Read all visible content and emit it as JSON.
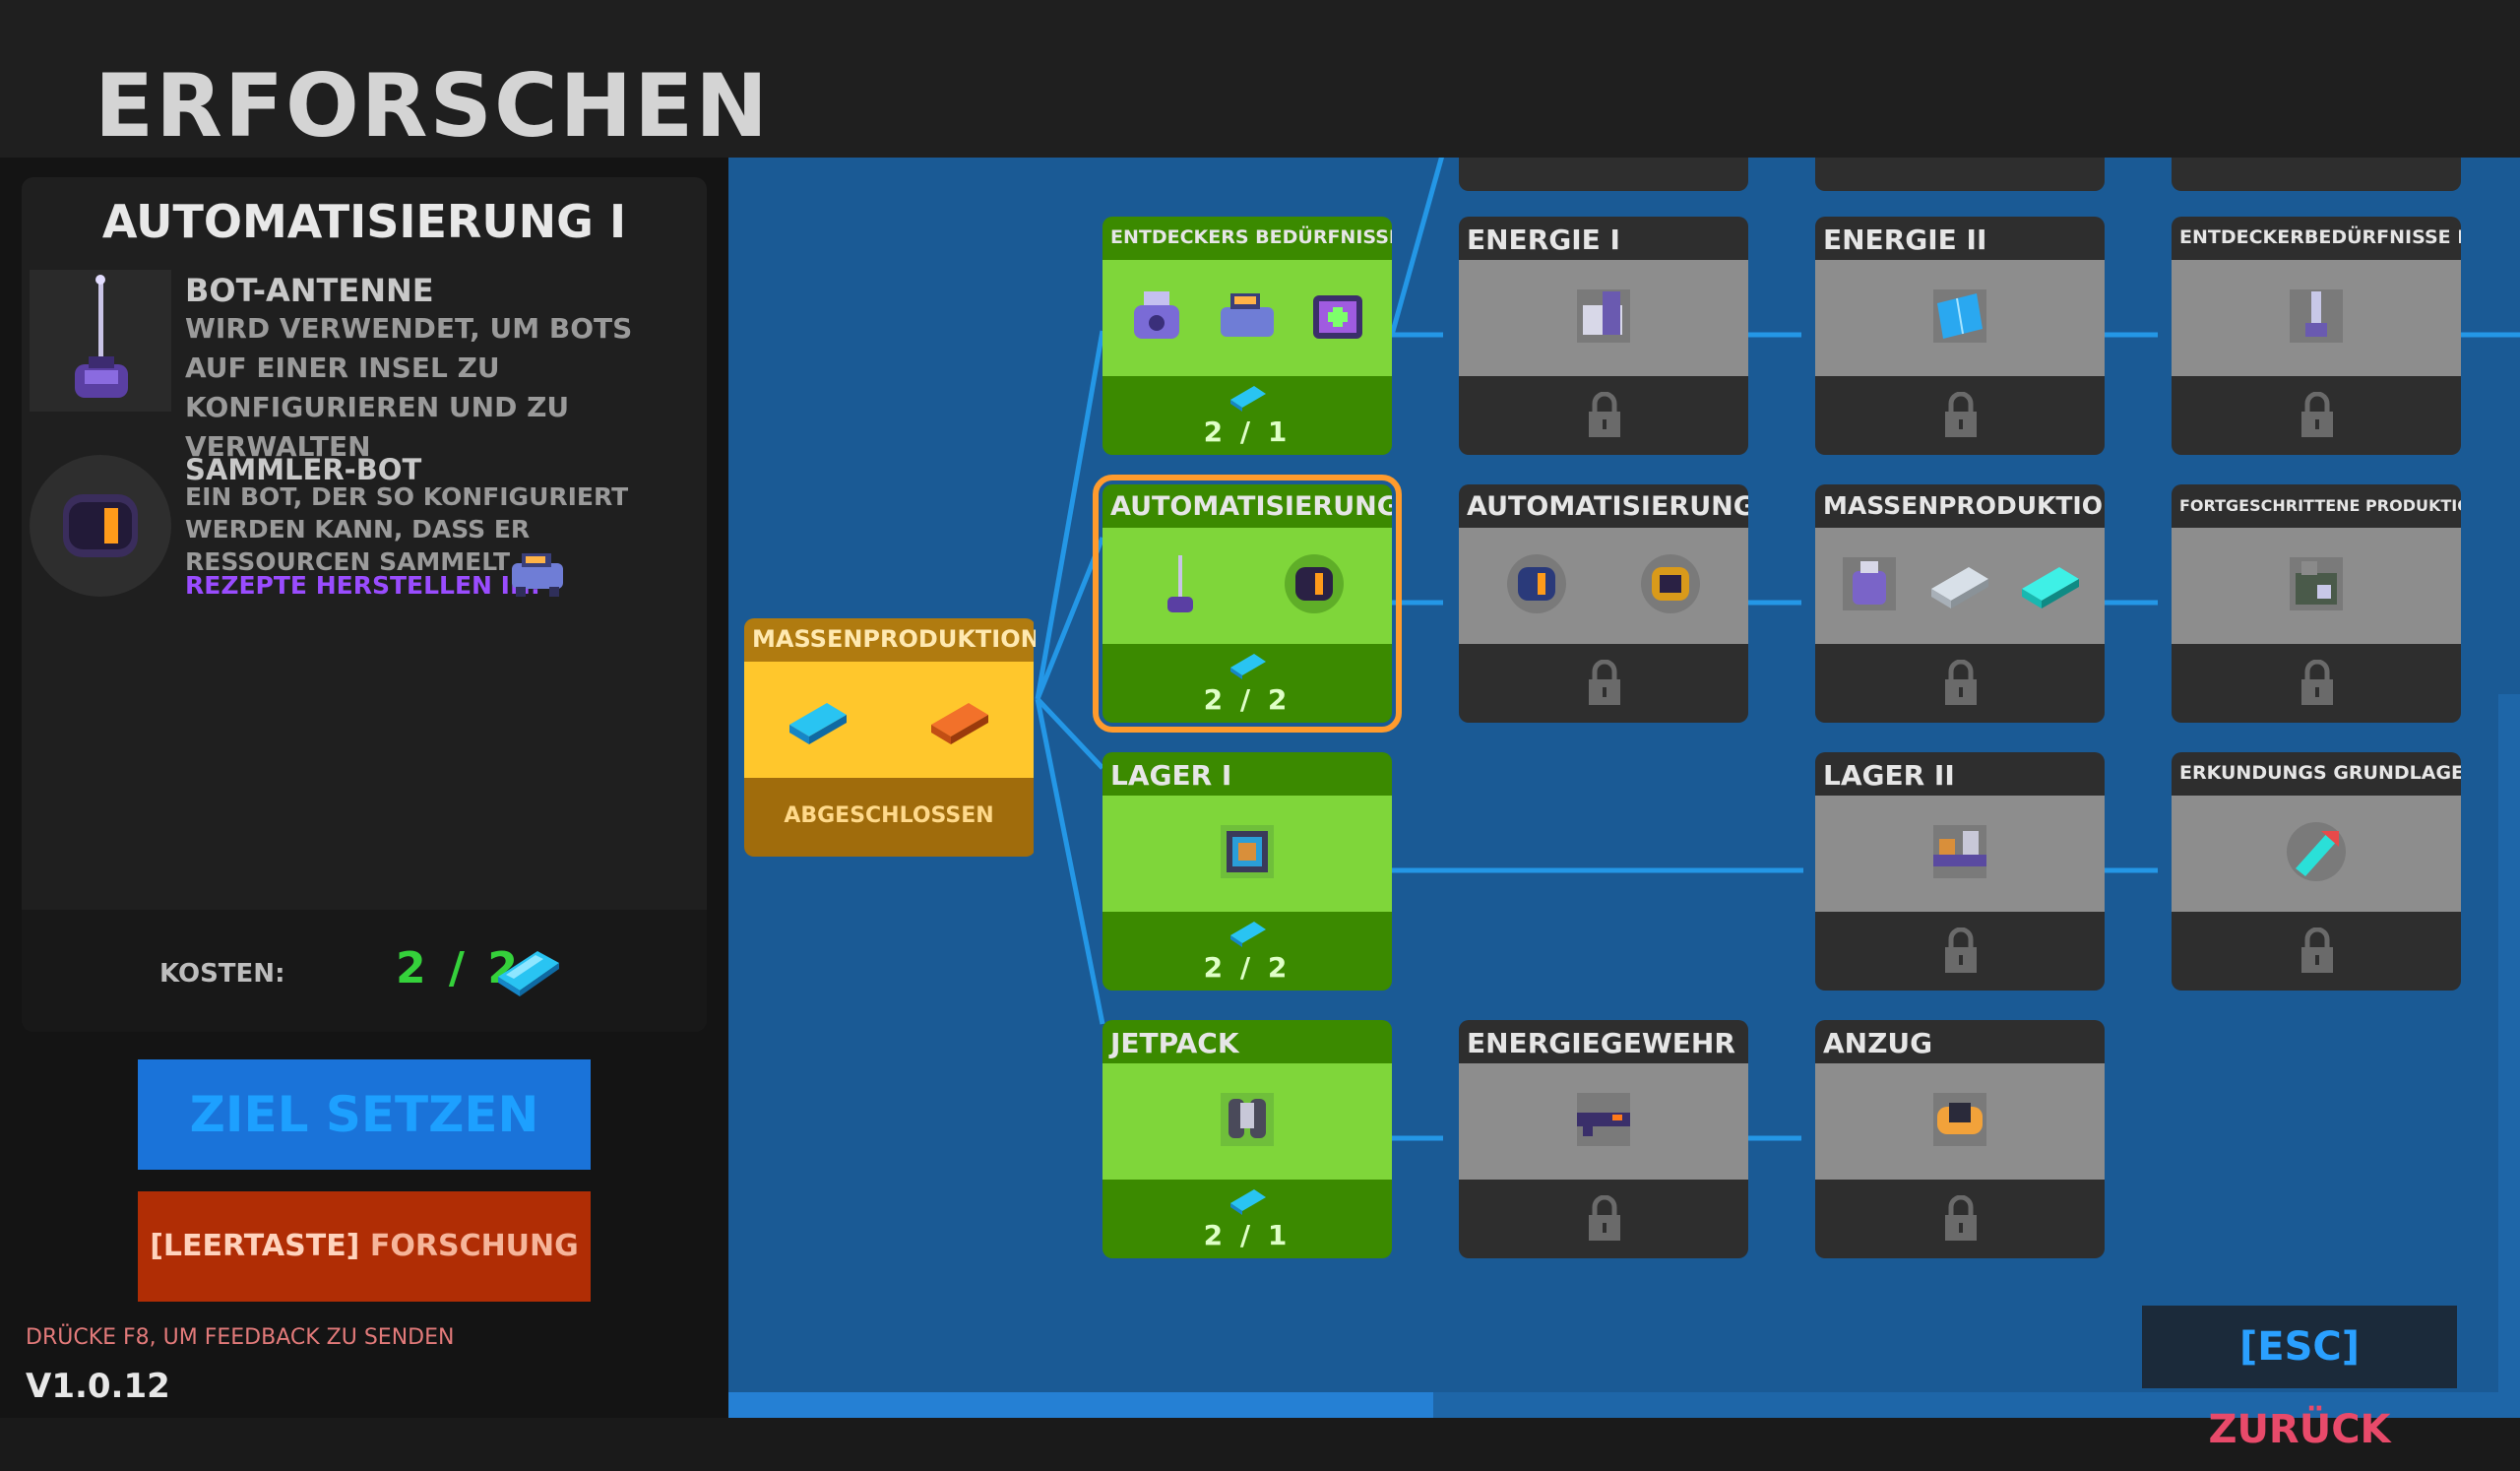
{
  "page_title": "ERFORSCHEN",
  "selected": {
    "title": "AUTOMATISIERUNG I",
    "items": [
      {
        "name": "BOT-ANTENNE",
        "description": "WIRD VERWENDET, UM BOTS AUF EINER INSEL ZU KONFIGURIEREN UND ZU VERWALTEN",
        "icon": "antenna-icon"
      },
      {
        "name": "SAMMLER-BOT",
        "description": "EIN BOT, DER SO KONFIGURIERT WERDEN KANN, DASS ER RESSOURCEN SAMMELT",
        "icon": "bot-icon",
        "recipe_label": "REZEPTE HERSTELLEN IN:"
      }
    ],
    "cost_label": "KOSTEN:",
    "cost_value": "2 / 2"
  },
  "buttons": {
    "goal": "ZIEL SETZEN",
    "research_key": "[LEERTASTE]",
    "research_label": "FORSCHUNG",
    "back_key": "[ESC]",
    "back_label": "ZURÜCK"
  },
  "footer": {
    "feedback": "DRÜCKE F8, UM FEEDBACK ZU SENDEN",
    "version": "V1.0.12"
  },
  "nodes": {
    "massenproduktion_1": {
      "title": "MASSENPRODUKTION I",
      "status": "ABGESCHLOSSEN"
    },
    "entdeckers_1": {
      "title": "ENTDECKERS BEDÜRFNISSE I",
      "count": "2 / 1"
    },
    "automatisierung_1": {
      "title": "AUTOMATISIERUNG I",
      "count": "2 / 2"
    },
    "lager_1": {
      "title": "LAGER I",
      "count": "2 / 2"
    },
    "jetpack": {
      "title": "JETPACK",
      "count": "2 / 1"
    },
    "energie_1": {
      "title": "ENERGIE I"
    },
    "automatisierung_2": {
      "title": "AUTOMATISIERUNG II"
    },
    "energiegewehr": {
      "title": "ENERGIEGEWEHR"
    },
    "energie_2": {
      "title": "ENERGIE II"
    },
    "massenproduktion_2": {
      "title": "MASSENPRODUKTION II"
    },
    "lager_2": {
      "title": "LAGER II"
    },
    "anzug": {
      "title": "ANZUG"
    },
    "entdecker_3": {
      "title": "ENTDECKERBEDÜRFNISSE III"
    },
    "fortgeschrittene": {
      "title": "FORTGESCHRITTENE PRODUKTION I"
    },
    "erkundungs_2": {
      "title": "ERKUNDUNGS GRUNDLAGEN II"
    }
  },
  "colors": {
    "tree_bg": "#1a5a95",
    "link": "#2497e6",
    "unlocked": "#7fd63a",
    "completed": "#ffc72c",
    "locked": "#8d8d8d",
    "selected_outline": "#ff9b2d",
    "cost_green": "#35d13b"
  }
}
